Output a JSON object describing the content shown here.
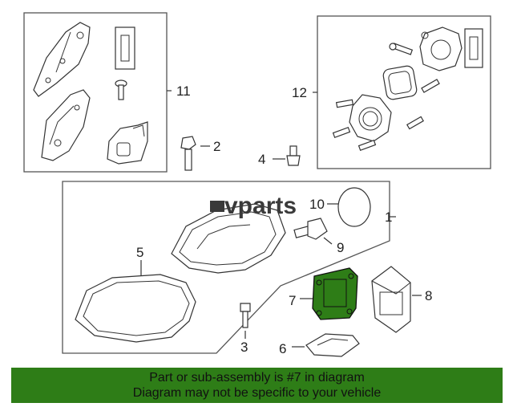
{
  "callouts": {
    "c1": "1",
    "c2": "2",
    "c3": "3",
    "c4": "4",
    "c5": "5",
    "c6": "6",
    "c7": "7",
    "c8": "8",
    "c9": "9",
    "c10": "10",
    "c11": "11",
    "c12": "12"
  },
  "watermark": "vparts",
  "banner": {
    "line1": "Part or sub-assembly is #7 in diagram",
    "line2": "Diagram may not be specific to your vehicle"
  },
  "colors": {
    "highlight": "#2e7d17",
    "banner_bg": "#2e7d17"
  }
}
